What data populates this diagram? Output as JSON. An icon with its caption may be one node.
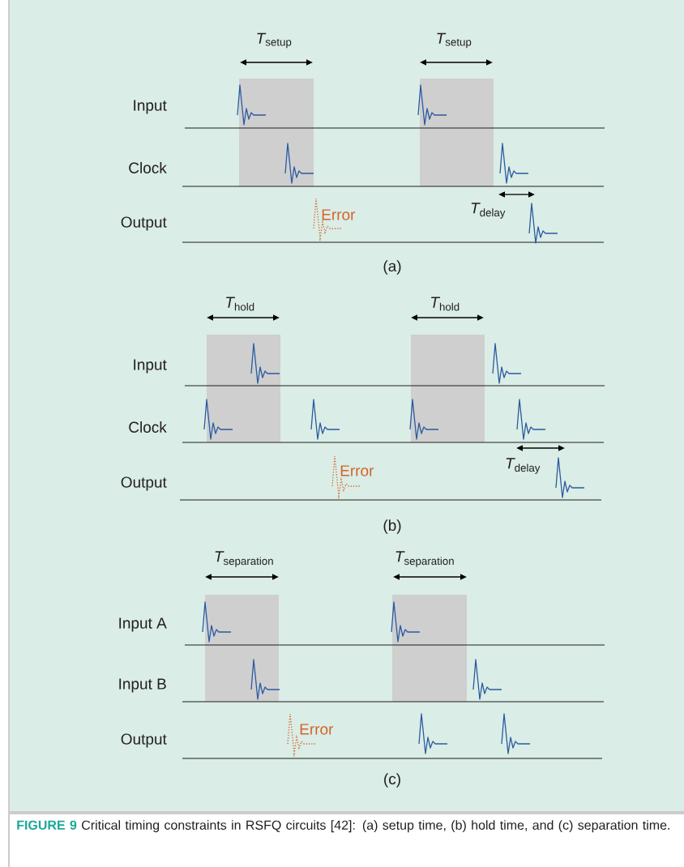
{
  "diagram": {
    "caption": "Critical timing constraints in RSFQ circuits [42]: (a) setup time, (b) hold time, and (c) separation time.",
    "labels": [
      "\\mathit{T}_{\\mathrm{setup}}",
      "\\mathit{T}_{\\mathrm{setup}}",
      "Input",
      "Clock",
      "Error",
      "Output",
      "\\mathit{T}_{\\mathrm{delay}}",
      "(a)",
      "\\mathit{T}_{\\mathrm{hold}}",
      "\\mathit{T}_{\\mathrm{hold}}",
      "Input",
      "Clock",
      "Error",
      "\\mathit{T}_{\\mathrm{delay}}",
      "Output",
      "(b)",
      "\\mathit{T}_{\\mathrm{separation}}",
      "\\mathit{T}_{\\mathrm{separation}}",
      "Input A",
      "Input B",
      "Error",
      "Output",
      "(c)",
      "FIGURE 9"
    ]
  }
}
